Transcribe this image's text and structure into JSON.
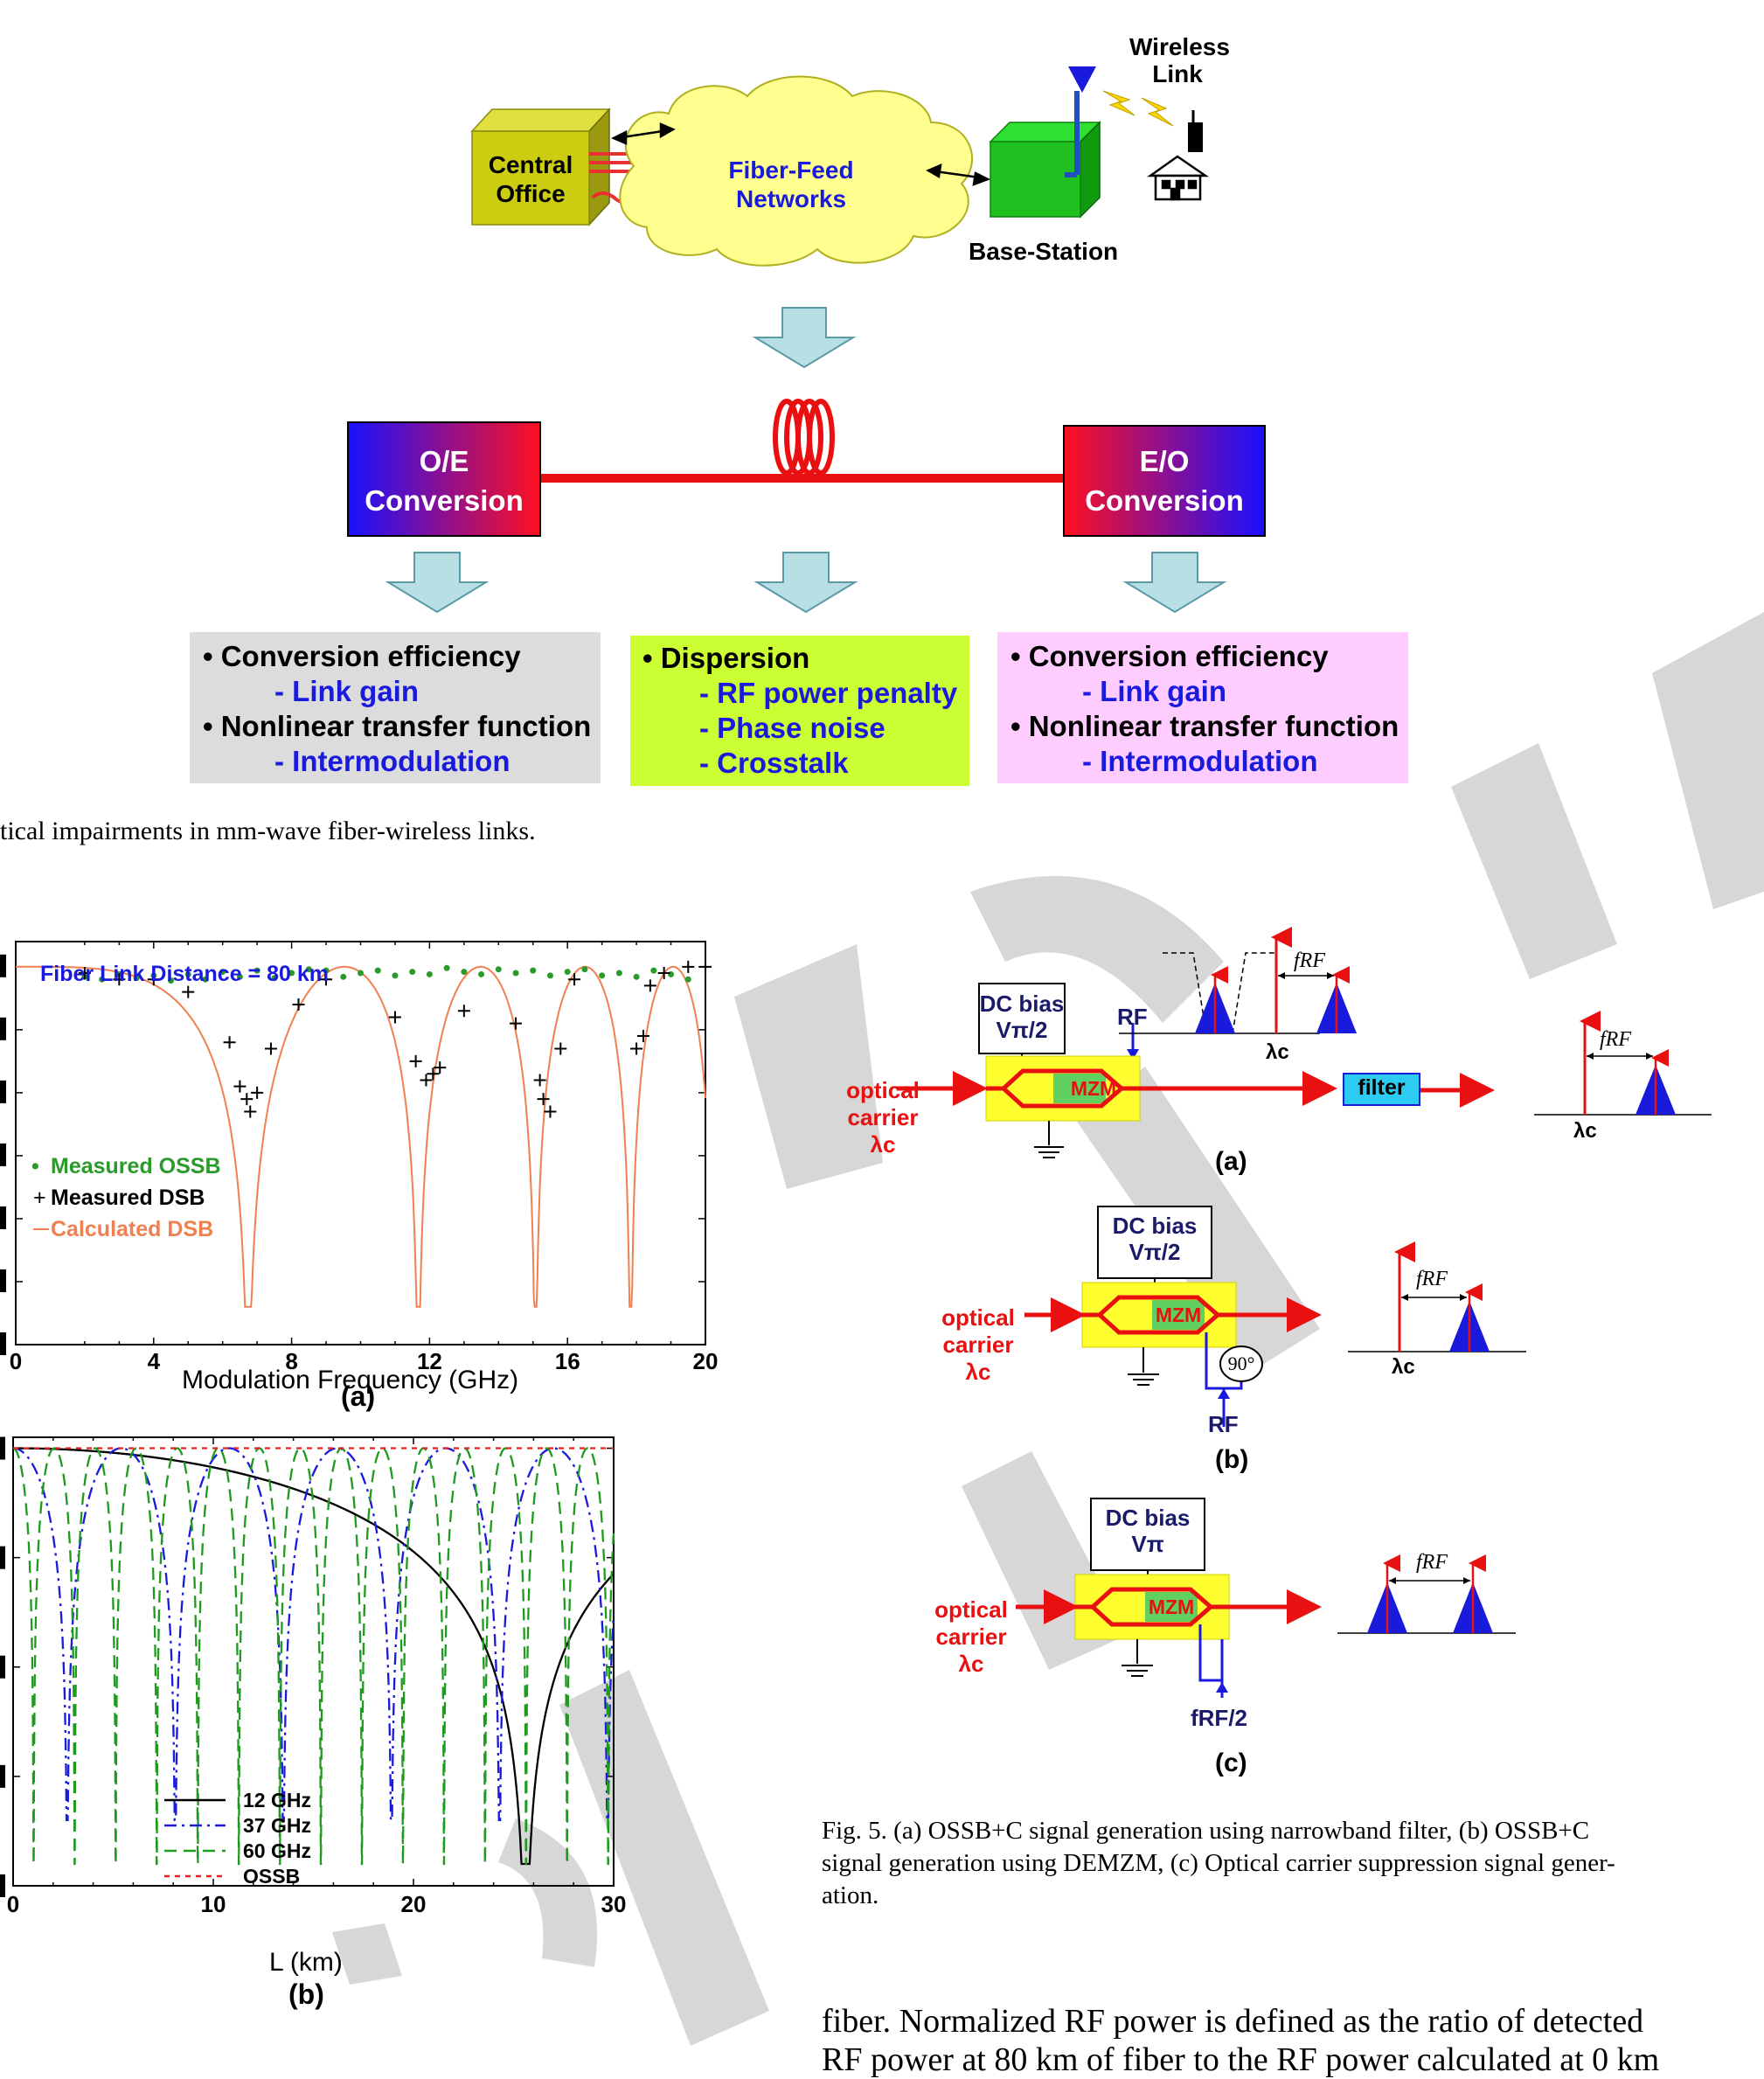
{
  "fig4": {
    "wireless_link": [
      "Wireless",
      "Link"
    ],
    "central_office": [
      "Central",
      "Office"
    ],
    "cloud": [
      "Fiber-Feed",
      "Networks"
    ],
    "base_station": "Base-Station",
    "oe": [
      "O/E",
      "Conversion"
    ],
    "eo": [
      "E/O",
      "Conversion"
    ],
    "left_box": [
      "• Conversion efficiency",
      "- Link gain",
      "• Nonlinear transfer function",
      "- Intermodulation"
    ],
    "mid_box": [
      "• Dispersion",
      "- RF power penalty",
      "- Phase noise",
      "- Crosstalk"
    ],
    "right_box": [
      "• Conversion efficiency",
      "- Link gain",
      "• Nonlinear transfer function",
      "- Intermodulation"
    ],
    "caption_tail": "tical impairments in mm-wave fiber-wireless links."
  },
  "fig5": {
    "dc_bias": "DC bias",
    "v_half": "Vπ/2",
    "v_pi": "Vπ",
    "rf": "RF",
    "mzm": "MZM",
    "filter": "filter",
    "optical_carrier": [
      "optical",
      "carrier",
      "λc"
    ],
    "f_rf": "fRF",
    "lambda_c": "λc",
    "phase": "90°",
    "f_rf_half": "fRF/2",
    "labels": [
      "(a)",
      "(b)",
      "(c)"
    ],
    "caption": [
      "Fig. 5.   (a) OSSB+C signal generation using narrowband filter, (b) OSSB+C",
      "signal generation using DEMZM, (c) Optical carrier suppression signal gener-",
      "ation."
    ]
  },
  "body_text": [
    "fiber. Normalized RF power is defined as the ratio of detected",
    "RF power at 80 km of fiber to the RF power calculated at 0 km"
  ],
  "chart_data": [
    {
      "type": "scatter",
      "annotation": "Fiber Link Distance = 80 km",
      "xlabel": "Modulation Frequency (GHz)",
      "x_ticks": [
        "0",
        "4",
        "8",
        "12",
        "16",
        "20"
      ],
      "xlim": [
        0,
        20
      ],
      "ylim": [
        -30,
        2
      ],
      "panel_label": "(a)",
      "legend": [
        "Measured OSSB",
        "Measured DSB",
        "Calculated DSB"
      ],
      "series": [
        {
          "name": "Measured OSSB",
          "x": [
            2,
            2.5,
            3,
            3.5,
            4,
            4.5,
            5,
            5.5,
            6,
            6.5,
            7,
            7.5,
            8,
            8.5,
            9,
            9.5,
            10,
            10.5,
            11,
            11.5,
            12,
            12.5,
            13,
            13.5,
            14,
            14.5,
            15,
            15.5,
            16,
            16.5,
            17,
            17.5,
            18,
            18.5,
            19,
            19.5
          ],
          "y": [
            -0.8,
            -1.0,
            -0.6,
            -0.9,
            -0.7,
            -1.1,
            -0.6,
            -1.0,
            -0.4,
            -0.8,
            -0.3,
            -0.9,
            -0.5,
            -0.2,
            -0.3,
            -0.8,
            -0.5,
            -0.3,
            -0.7,
            -0.4,
            -0.6,
            -0.1,
            -0.4,
            -0.6,
            -0.2,
            -0.5,
            -0.3,
            -0.7,
            -0.4,
            -0.2,
            -0.7,
            -0.5,
            -0.8,
            -0.3,
            -0.6,
            -1.0
          ]
        },
        {
          "name": "Measured DSB",
          "x": [
            2.0,
            3.0,
            4.0,
            5.0,
            6.2,
            6.5,
            6.7,
            6.8,
            7.0,
            7.4,
            8.2,
            9.0,
            11.0,
            11.6,
            11.9,
            12.1,
            12.3,
            13.0,
            14.5,
            15.2,
            15.3,
            15.5,
            15.8,
            16.2,
            18.0,
            18.2,
            18.4,
            18.8,
            19.5,
            20.0
          ],
          "y": [
            -0.5,
            -1.0,
            -1.0,
            -2.0,
            -6.0,
            -9.5,
            -10.5,
            -11.5,
            -10.0,
            -6.5,
            -3.0,
            -1.0,
            -4.0,
            -7.5,
            -9.0,
            -8.5,
            -8.0,
            -3.5,
            -4.5,
            -9.0,
            -10.5,
            -11.5,
            -6.5,
            -1.0,
            -6.5,
            -5.5,
            -1.5,
            -0.5,
            0.0,
            0.0
          ]
        },
        {
          "name": "Calculated DSB",
          "type": "line",
          "f0": 6.74,
          "yfloor": -27
        }
      ]
    },
    {
      "type": "line",
      "xlabel": "L (km)",
      "x_ticks": [
        "0",
        "10",
        "20",
        "30"
      ],
      "xlim": [
        0,
        30
      ],
      "ylim": [
        -40,
        1
      ],
      "panel_label": "(b)",
      "legend": [
        "12 GHz",
        "37 GHz",
        "60 GHz",
        "OSSB"
      ],
      "series": [
        {
          "name": "12 GHz",
          "style": "solid",
          "color": "#000000",
          "period_km": 51.2,
          "yfloor": -38
        },
        {
          "name": "37 GHz",
          "style": "dashdot",
          "color": "#1a1adc",
          "period_km": 5.4,
          "yfloor": -34
        },
        {
          "name": "60 GHz",
          "style": "dash",
          "color": "#1e9a1e",
          "period_km": 2.05,
          "yfloor": -38
        },
        {
          "name": "OSSB",
          "style": "dotted",
          "color": "#e82020",
          "constant": 0
        }
      ]
    }
  ]
}
